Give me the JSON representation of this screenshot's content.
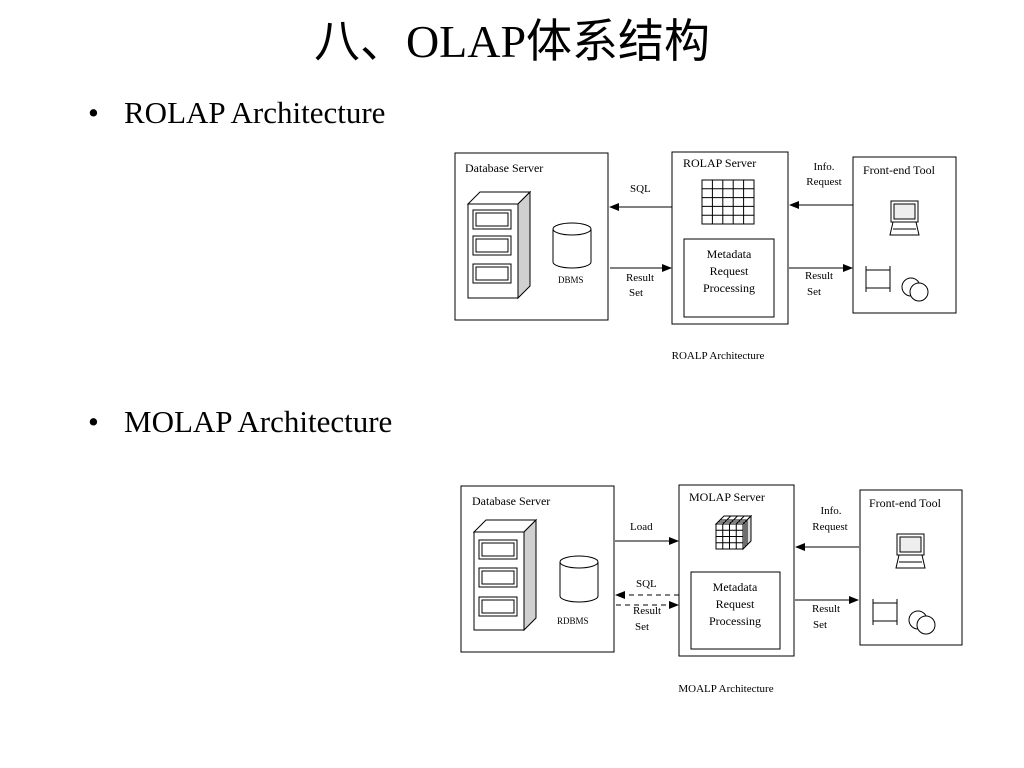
{
  "slide": {
    "title": "八、OLAP体系结构",
    "bullets": [
      {
        "marker": "•",
        "text": "ROLAP Architecture"
      },
      {
        "marker": "•",
        "text": "MOLAP Architecture"
      }
    ]
  },
  "rolap": {
    "database_server": "Database Server",
    "dbms": "DBMS",
    "olap_server": "ROLAP Server",
    "metadata": [
      "Metadata",
      "Request",
      "Processing"
    ],
    "front_end": "Front-end Tool",
    "sql": "SQL",
    "result_set_left": [
      "Result",
      "Set"
    ],
    "info_request": [
      "Info.",
      "Request"
    ],
    "result_set_right": [
      "Result",
      "Set"
    ],
    "caption": "ROALP  Architecture"
  },
  "molap": {
    "database_server": "Database Server",
    "dbms": "RDBMS",
    "olap_server": "MOLAP Server",
    "metadata": [
      "Metadata",
      "Request",
      "Processing"
    ],
    "front_end": "Front-end Tool",
    "load": "Load",
    "sql": "SQL",
    "result_set_left": [
      "Result",
      "Set"
    ],
    "info_request": [
      "Info.",
      "Request"
    ],
    "result_set_right": [
      "Result",
      "Set"
    ],
    "caption": "MOALP  Architecture"
  }
}
